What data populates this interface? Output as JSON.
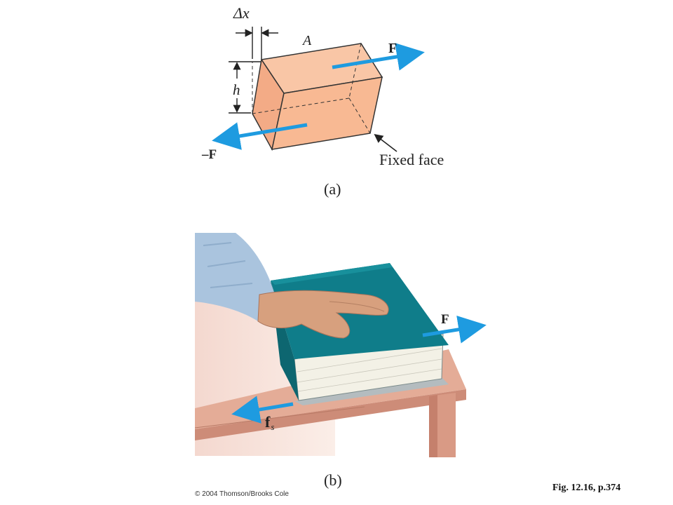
{
  "panel_a": {
    "delta_x_label": "Δx",
    "area_label": "A",
    "force_label": "F",
    "height_label": "h",
    "neg_force_label": "–F",
    "fixed_face_label": "Fixed face",
    "caption": "(a)"
  },
  "panel_b": {
    "force_label": "F",
    "friction_label": "f",
    "friction_subscript": "s",
    "caption": "(b)"
  },
  "footer": {
    "copyright": "© 2004 Thomson/Brooks Cole",
    "figure_ref": "Fig. 12.16, p.374"
  },
  "colors": {
    "arrow": "#1e9be0",
    "block": "#f7b996",
    "book_cover": "#0f7d8a",
    "table": "#e0a692",
    "sleeve": "#aac4de"
  }
}
